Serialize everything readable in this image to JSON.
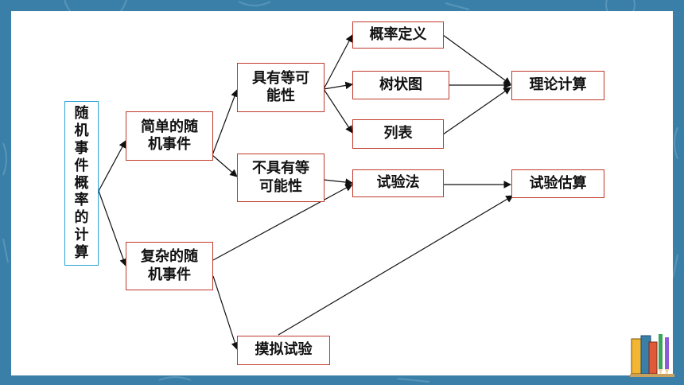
{
  "diagram": {
    "root": {
      "label": "随\n机\n事\n件\n概\n率\n的\n计\n算"
    },
    "nodes": {
      "simple": "简单的随\n机事件",
      "complex": "复杂的随\n机事件",
      "equal": "具有等可\n能性",
      "unequal": "不具有等\n可能性",
      "definition": "概率定义",
      "tree": "树状图",
      "table": "列表",
      "experiment": "试验法",
      "simulation": "摸拟试验",
      "theory": "理论计算",
      "estimate": "试验估算"
    },
    "colors": {
      "background": "#3a7fa8",
      "root_border": "#29a3d6",
      "node_border": "#c0392b",
      "edge": "#111111"
    }
  }
}
